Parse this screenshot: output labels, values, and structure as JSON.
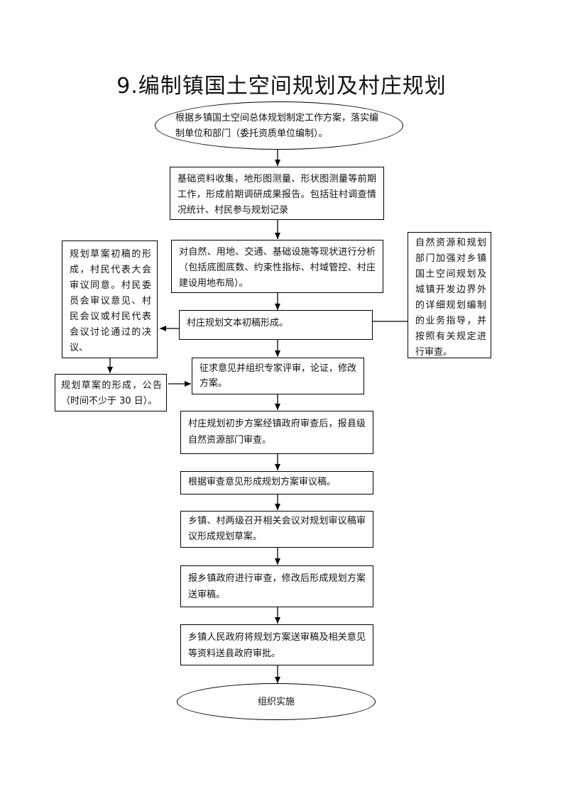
{
  "title": "9.编制镇国土空间规划及村庄规划",
  "flow": {
    "start": "根据乡镇国土空间总体规划制定工作方案，落实编制单位和部门（委托资质单位编制）。",
    "s1": "基础资料收集，地形图测量、形状图测量等前期工作，形成前期调研成果报告。包括驻村调查情况统计、村民参与规划记录",
    "s2": "对自然、用地、交通、基础设施等现状进行分析（包括底图底数、约束性指标、村域管控、村庄建设用地布局）。",
    "s3": "村庄规划文本初稿形成。",
    "s4": "征求意见并组织专家评审，论证，修改方案。",
    "s5": "村庄规划初步方案经镇政府审查后，报县级自然资源部门审查。",
    "s6": "根据审查意见形成规划方案审议稿。",
    "s7": "乡镇、村两级召开相关会议对规划审议稿审议形成规划草案。",
    "s8": "报乡镇政府进行审查，修改后形成规划方案送审稿。",
    "s9": "乡镇人民政府将规划方案送审稿及相关意见等资料送县政府审批。",
    "end": "组织实施"
  },
  "side": {
    "left_top": "规划草案初稿的形成，村民代表大会审议同意。村民委员会审议意见、村民会议或村民代表会议讨论通过的决议、",
    "left_bottom": "规划草案的形成，公告（时间不少于 30 日）。",
    "right": "自然资源和规划部门加强对乡镇国土空间规划及城镇开发边界外的详细规划编制的业务指导，并按照有关规定进行审查。"
  }
}
